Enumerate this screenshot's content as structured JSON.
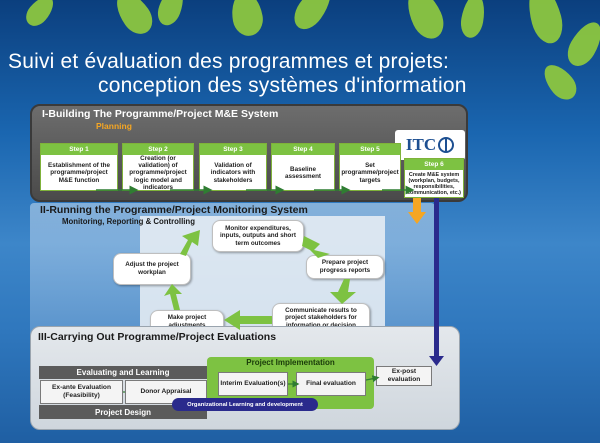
{
  "title": {
    "line1": "Suivi et évaluation des programmes et projets:",
    "line2": "conception des systèmes d'information"
  },
  "section1": {
    "title": "I-Building The Programme/Project M&E System",
    "subtitle": "Planning",
    "logo_text": "ITC",
    "steps": [
      {
        "label": "Step 1",
        "text": "Establishment of the programme/project M&E function"
      },
      {
        "label": "Step 2",
        "text": "Creation (or validation) of programme/project logic model and indicators"
      },
      {
        "label": "Step 3",
        "text": "Validation of indicators with stakeholders"
      },
      {
        "label": "Step 4",
        "text": "Baseline assessment"
      },
      {
        "label": "Step 5",
        "text": "Set programme/project targets"
      },
      {
        "label": "Step 6",
        "text": "Create M&E system (workplan, budgets, responsibilities, communication, etc.)"
      }
    ]
  },
  "section2": {
    "title": "II-Running the Programme/Project Monitoring System",
    "subtitle": "Monitoring, Reporting & Controlling",
    "cycle": {
      "monitor": "Monitor expenditures, inputs, outputs and short term outcomes",
      "prepare": "Prepare project progress reports",
      "communicate": "Communicate results to project stakeholders for information or decision",
      "adjustments": "Make project adjustments",
      "workplan": "Adjust the project workplan"
    }
  },
  "section3": {
    "title": "III-Carrying Out Programme/Project Evaluations",
    "evaluating_learning": "Evaluating and Learning",
    "project_implementation": "Project Implementation",
    "ex_ante": "Ex-ante Evaluation (Feasibility)",
    "donor": "Donor Appraisal",
    "interim": "Interim Evaluation(s)",
    "final": "Final evaluation",
    "ex_post": "Ex-post evaluation",
    "project_design": "Project Design",
    "org_learning": "Organizational Learning and development"
  },
  "colors": {
    "green": "#7dc242",
    "orange": "#f5a623",
    "navy": "#2a2a8c",
    "blue_bg": "#1a66b0"
  }
}
